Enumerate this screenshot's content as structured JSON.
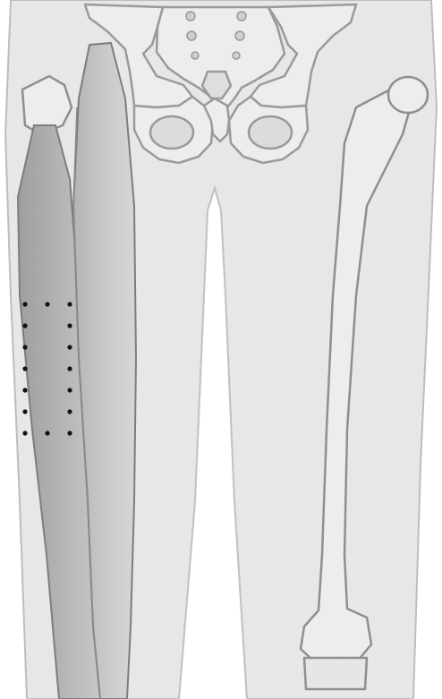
{
  "figure": {
    "colors": {
      "background": "#ffffff",
      "skin": "#e6e6e6",
      "skin_outline": "#bdbdbd",
      "bone": "#ececec",
      "bone_outline": "#9a9a9a",
      "muscle_dark": "#a9a9a9",
      "muscle_mid": "#c2c2c2",
      "muscle_light": "#d4d4d4",
      "muscle_outline": "#7d7d7d",
      "marker_dots": "#111111"
    },
    "marker": {
      "shape": "dotted-rectangle",
      "dot_rows": 7,
      "dot_columns": 3
    }
  }
}
